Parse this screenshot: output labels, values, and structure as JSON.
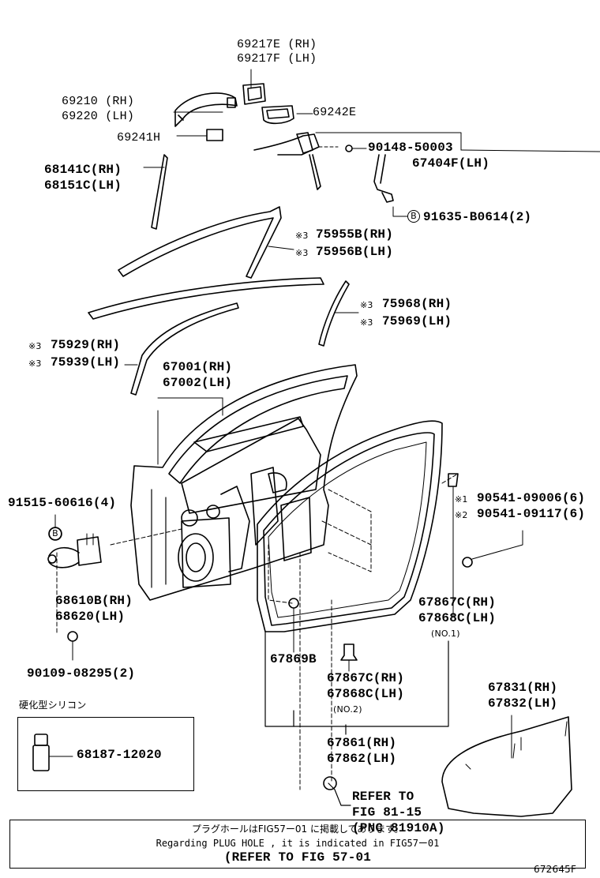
{
  "labels": {
    "p69217": "69217E (RH)",
    "p69217f": "69217F (LH)",
    "p69210": "69210 (RH)",
    "p69220": "69220 (LH)",
    "p69242": "69242E",
    "p69241": "69241H",
    "p90148": "90148-50003",
    "p67404": "67404F(LH)",
    "p68141": "68141C(RH)",
    "p68151": "68151C(LH)",
    "p91635": "91635-B0614(2)",
    "p75955": "75955B(RH)",
    "p75956": "75956B(LH)",
    "p75968": "75968(RH)",
    "p75969": "75969(LH)",
    "p75929": "75929(RH)",
    "p75939": "75939(LH)",
    "p67001": "67001(RH)",
    "p67002": "67002(LH)",
    "p91515": "91515-60616(4)",
    "p90541a": "90541-09006(6)",
    "p90541b": "90541-09117(6)",
    "p68610": "68610B(RH)",
    "p68620": "68620(LH)",
    "p67867a": "67867C(RH)",
    "p67868a": "67868C(LH)",
    "no1": "(NO.1)",
    "p67869": "67869B",
    "p67867b": "67867C(RH)",
    "p67868b": "67868C(LH)",
    "no2": "(NO.2)",
    "p90109": "90109-08295(2)",
    "p67831": "67831(RH)",
    "p67832": "67832(LH)",
    "p67861": "67861(RH)",
    "p67862": "67862(LH)",
    "p68187": "68187-12020",
    "ref1": "REFER TO",
    "ref2": "FIG 81-15",
    "ref3": "(PNC 81910A)",
    "mark3": "※3",
    "mark1": "※1",
    "mark2": "※2",
    "circleB": "B"
  },
  "silicone_title": "硬化型シリコン",
  "note": {
    "line1": "プラグホールはFIG57ー01 に掲載してあります。",
    "line2": "Regarding PLUG HOLE , it is indicated in FIG57ー01",
    "line3": "(REFER TO FIG 57-01"
  },
  "figure_id": "672645F"
}
